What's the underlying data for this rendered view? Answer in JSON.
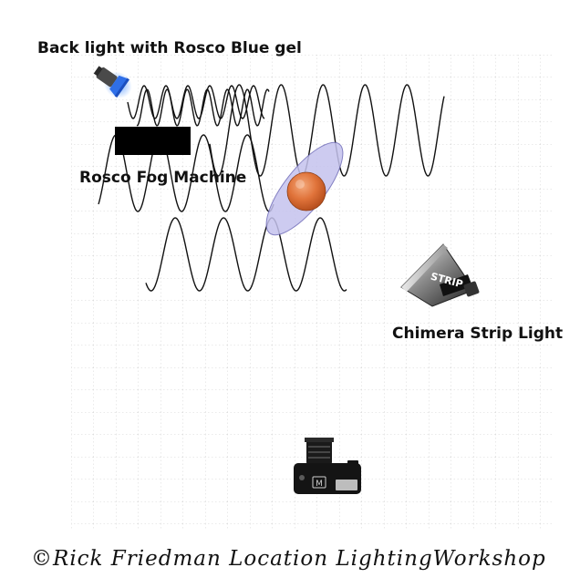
{
  "labels": {
    "back_light": "Back light with Rosco Blue gel",
    "fog_machine": "Rosco Fog Machine",
    "strip_light": "Chimera Strip Light",
    "credit": "©Rick Friedman Location LightingWorkshop"
  },
  "strip_box_text": "STRIP",
  "camera_badge_text": "M",
  "colors": {
    "background": "#ffffff",
    "grid": "#c9c9c9",
    "subject": "#e0733a",
    "subject_plane": "#c5c3ee",
    "back_light_gel": "#2f6fe8",
    "fog_machine": "#000000",
    "fog_waves": "#111111"
  },
  "icons": [
    "back-light-icon",
    "fog-machine-icon",
    "subject-icon",
    "strip-light-icon",
    "camera-icon"
  ]
}
